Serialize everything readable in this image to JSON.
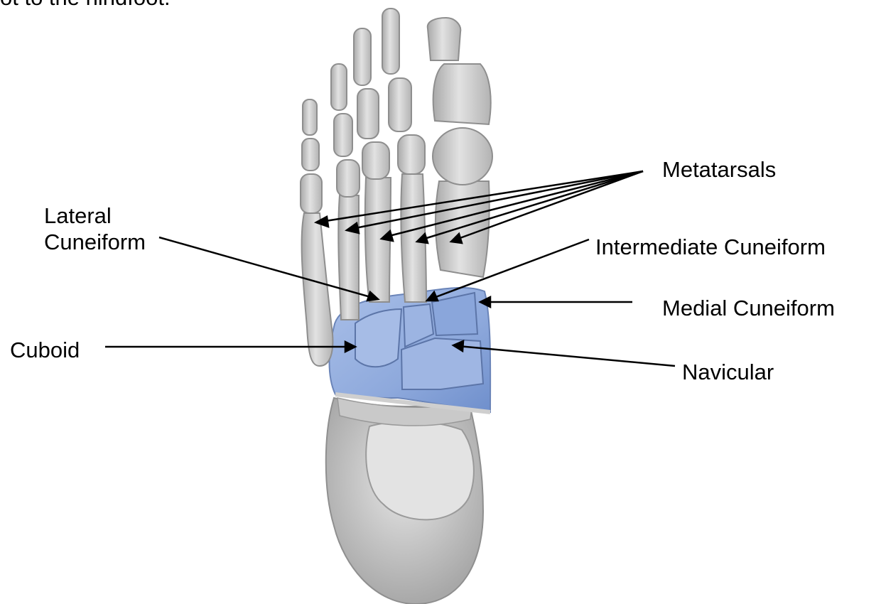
{
  "header_fragment": "ot to the hindfoot.",
  "labels": {
    "metatarsals": "Metatarsals",
    "lateral_cuneiform_line1": "Lateral",
    "lateral_cuneiform_line2": "Cuneiform",
    "intermediate_cuneiform": "Intermediate Cuneiform",
    "medial_cuneiform": "Medial Cuneiform",
    "cuboid": "Cuboid",
    "navicular": "Navicular"
  },
  "colors": {
    "bone": "#d4d4d4",
    "bone_shadow": "#9c9c9c",
    "bone_highlight": "#ececec",
    "midfoot_highlight": "#93aee0",
    "midfoot_shadow": "#6f8fcc",
    "arrow": "#000000"
  }
}
